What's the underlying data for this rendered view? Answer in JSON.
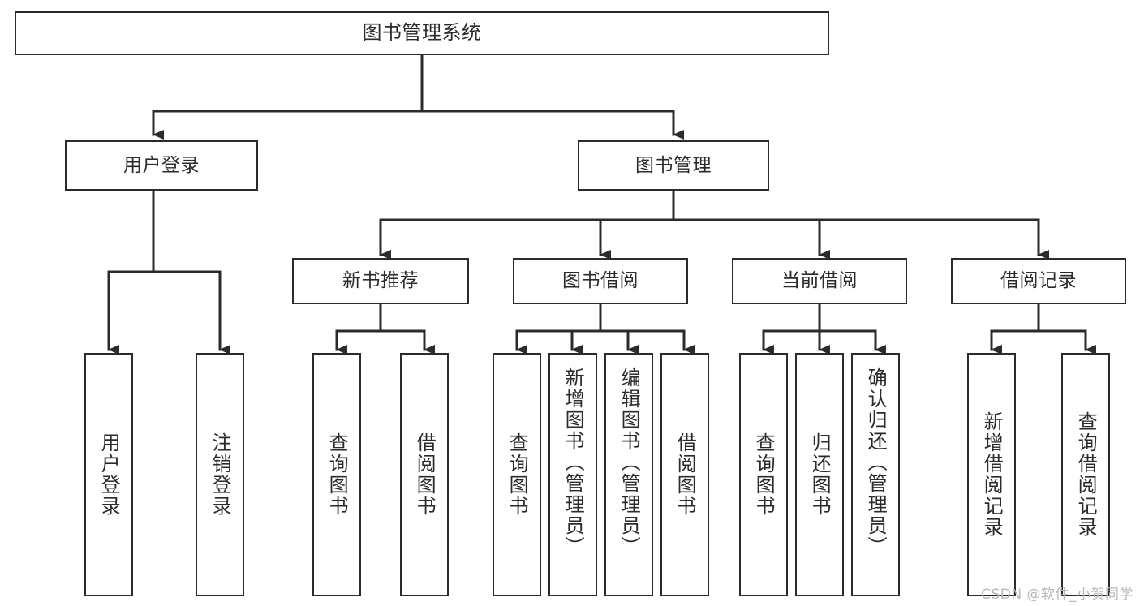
{
  "diagram": {
    "type": "tree",
    "title": "图书管理系统",
    "orientation": "top-down",
    "colors": {
      "stroke": "#2b2b2b",
      "fill": "#ffffff",
      "text": "#2b2b2b",
      "watermark": "#b9b9b9"
    }
  },
  "root": {
    "label": "图书管理系统"
  },
  "level1": [
    {
      "label": "用户登录"
    },
    {
      "label": "图书管理"
    }
  ],
  "level2": [
    {
      "label": "新书推荐"
    },
    {
      "label": "图书借阅"
    },
    {
      "label": "当前借阅"
    },
    {
      "label": "借阅记录"
    }
  ],
  "leaves": {
    "user_login": [
      {
        "label": "用户登录"
      },
      {
        "label": "注销登录"
      }
    ],
    "new_book": [
      {
        "label": "查询图书"
      },
      {
        "label": "借阅图书"
      }
    ],
    "borrow": [
      {
        "label": "查询图书"
      },
      {
        "label": "新增图书（管理员）"
      },
      {
        "label": "编辑图书（管理员）"
      },
      {
        "label": "借阅图书"
      }
    ],
    "current": [
      {
        "label": "查询图书"
      },
      {
        "label": "归还图书"
      },
      {
        "label": "确认归还（管理员）"
      }
    ],
    "records": [
      {
        "label": "新增借阅记录"
      },
      {
        "label": "查询借阅记录"
      }
    ]
  },
  "watermark": {
    "text": "CSDN @软件_小贺同学"
  }
}
